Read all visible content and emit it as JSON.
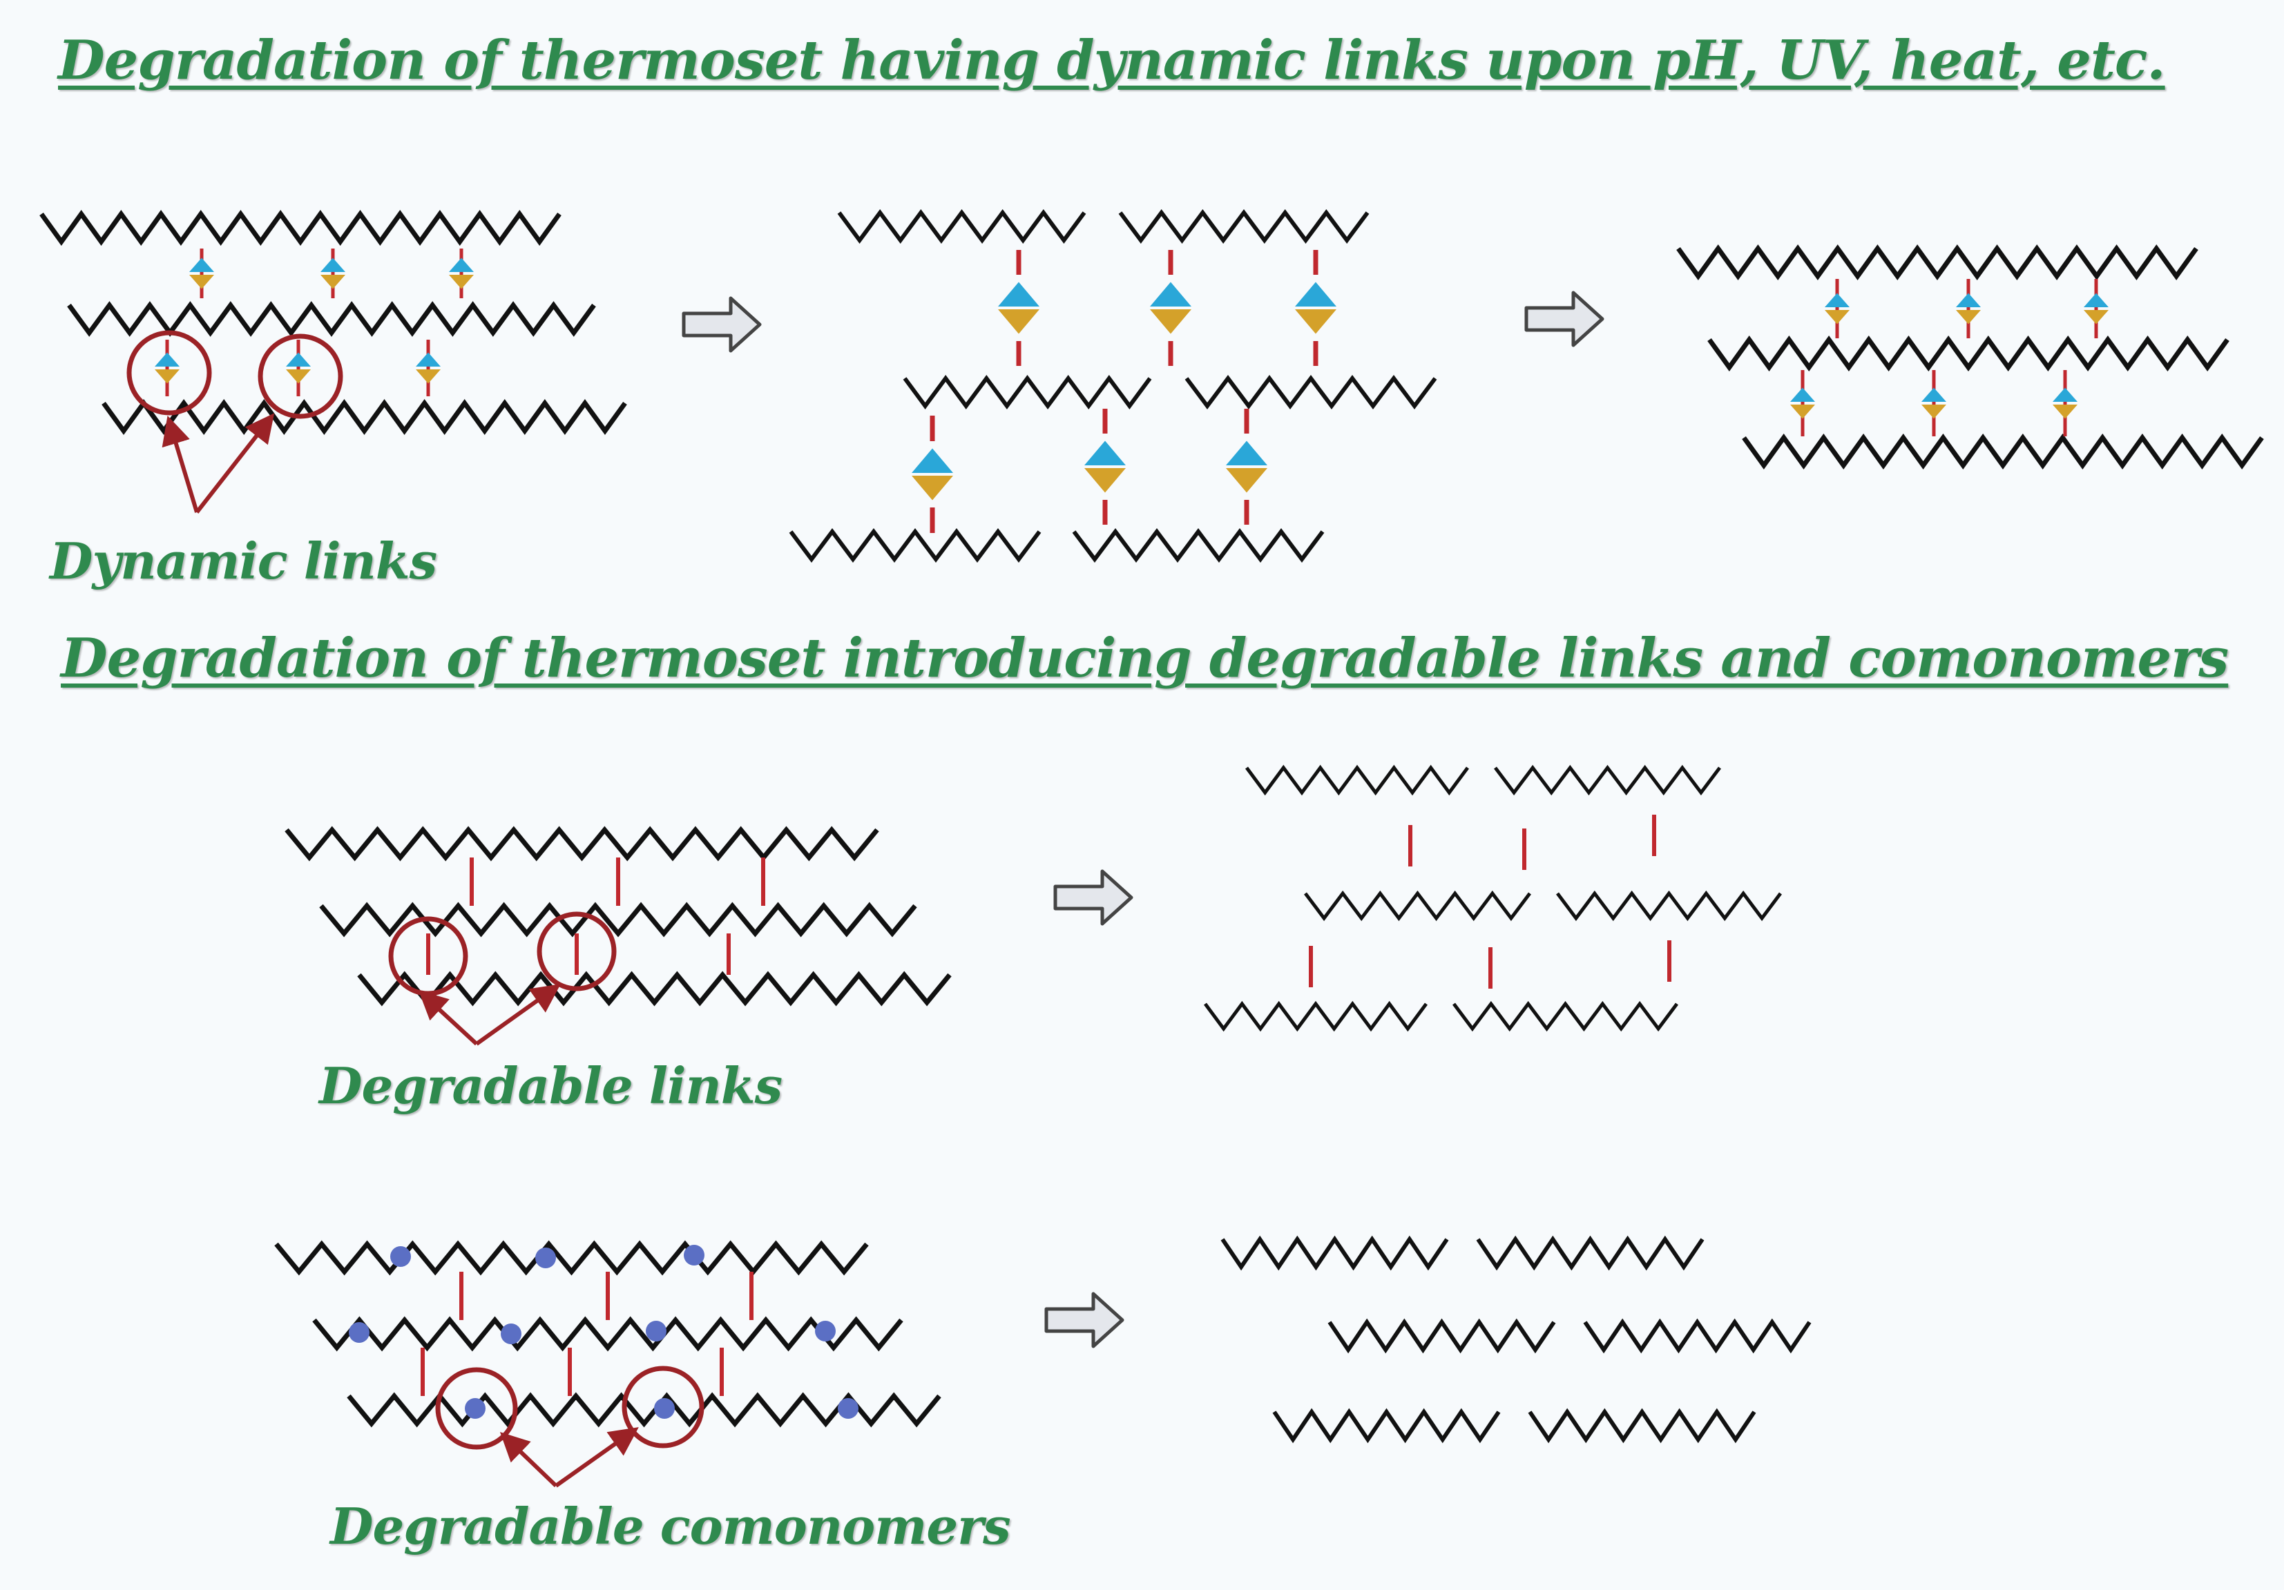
{
  "sections": {
    "dynamic": {
      "title": "Degradation of thermoset having dynamic links upon pH, UV, heat, etc.",
      "label": "Dynamic links"
    },
    "degradable": {
      "title": "Degradation of thermoset introducing degradable links and comonomers",
      "links_label": "Degradable links",
      "comonomers_label": "Degradable comonomers"
    }
  },
  "colors": {
    "background": "#f7fafc",
    "heading_text": "#2f8a4e",
    "chain": "#111111",
    "crosslink": "#c0282e",
    "callout": "#9b2226",
    "dynamic_top": "#2aa7d8",
    "dynamic_bottom": "#d4a12a",
    "comonomer": "#5b6fc4",
    "arrow_fill": "#e4e7ec",
    "arrow_stroke": "#444444"
  },
  "icons": [
    "right-arrow-icon",
    "callout-circle-icon",
    "dynamic-link-icon",
    "comonomer-bead-icon"
  ]
}
